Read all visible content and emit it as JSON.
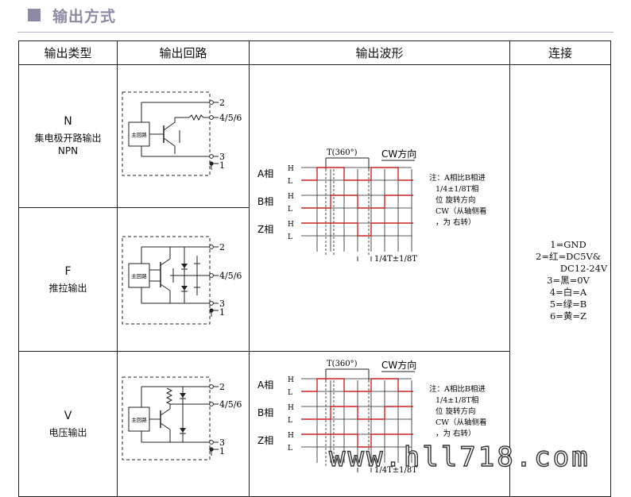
{
  "header": {
    "title": "输出方式"
  },
  "table": {
    "headers": [
      "输出类型",
      "输出回路",
      "输出波形",
      "连接"
    ],
    "rows": [
      {
        "code": "N",
        "line1": "集电极开路输出",
        "line2": "NPN"
      },
      {
        "code": "F",
        "line1": "推拉输出",
        "line2": ""
      },
      {
        "code": "V",
        "line1": "电压输出",
        "line2": ""
      }
    ]
  },
  "circuit": {
    "main_label": "主回路",
    "pin_2": "2",
    "pin_456": "4/5/6",
    "pin_3": "3",
    "pin_1": "1"
  },
  "waveform": {
    "period_label": "T(360°)",
    "direction_label": "CW方向",
    "phase_a": "A相",
    "phase_b": "B相",
    "phase_z": "Z相",
    "level_h": "H",
    "level_l": "L",
    "note_lines": [
      "注：A相比B相进",
      "1/4±1/8T相",
      "位 旋转方向",
      "CW（从轴侧看",
      "，为 右转）"
    ],
    "z_width_label": "1/4T±1/8T"
  },
  "connection": {
    "lines": [
      "1=GND",
      "2=红=DC5V&",
      "DC12-24V",
      "3=黑=0V",
      "4=白=A",
      "5=绿=B",
      "6=黄=Z"
    ]
  },
  "watermark": "www.hll718.com",
  "colors": {
    "accent": "#8d8aa3",
    "wave": "#cc2222",
    "line": "#222222"
  }
}
